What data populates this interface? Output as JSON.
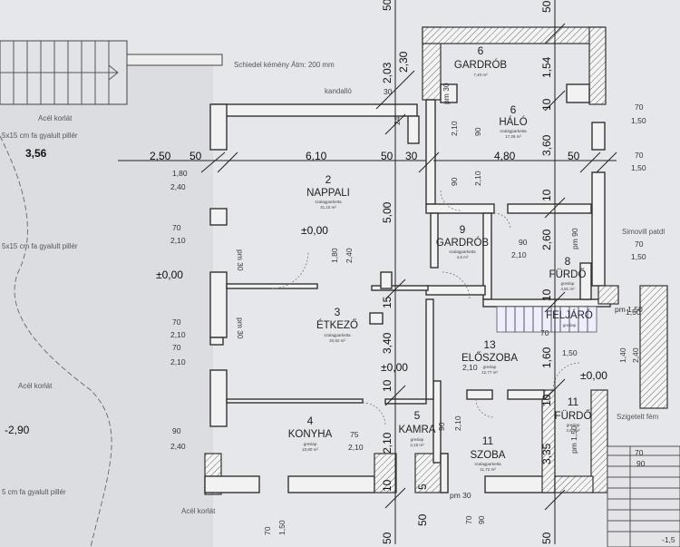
{
  "rooms": [
    {
      "num": "6",
      "name": "GARDRÓB",
      "area": "7,40 m²"
    },
    {
      "num": "6",
      "name": "HÁLÓ",
      "floor": "szalagparketta",
      "area": "17,28 m²"
    },
    {
      "num": "2",
      "name": "NAPPALI",
      "floor": "szalagparketta",
      "area": "31,15 m²"
    },
    {
      "num": "9",
      "name": "GARDRÓB",
      "floor": "szalagparketta",
      "area": "4,8 m²"
    },
    {
      "num": "8",
      "name": "FÜRDŐ",
      "floor": "greslap",
      "area": "4,81 m²"
    },
    {
      "num": "",
      "name": "FELJÁRÓ",
      "floor": "greslap"
    },
    {
      "num": "3",
      "name": "ÉTKEZŐ",
      "floor": "szalagparketta",
      "area": "20,92 m²"
    },
    {
      "num": "13",
      "name": "ELŐSZOBA",
      "floor": "greslap",
      "area": "12,77 m²"
    },
    {
      "num": "4",
      "name": "KONYHA",
      "floor": "greslap",
      "area": "10,80 m²"
    },
    {
      "num": "5",
      "name": "KAMRA",
      "floor": "greslap",
      "area": "2,15 m²"
    },
    {
      "num": "11",
      "name": "SZOBA",
      "floor": "szalagparketta",
      "area": "11,72 m²"
    },
    {
      "num": "11",
      "name": "FÜRDŐ",
      "floor": "greslap",
      "area": "3,87 m²"
    }
  ],
  "levels": {
    "main": "±0,00",
    "left_upper": "±0,00",
    "hall": "±0,00",
    "right": "±0,00",
    "terrace": "3,56",
    "left_lower": "-2,90",
    "edge": "-1,5"
  },
  "notes": {
    "chimney": "Schiedel kémény Átm: 200 mm",
    "fireplace": "kandalló",
    "railing1": "Acél korlát",
    "railing2": "Acél korlát",
    "railing3": "Acél korlát",
    "pillar1": "5x15 cm fa gyalult pillér",
    "pillar2": "5x15 cm fa gyalult pillér",
    "pillar3": "5 cm fa gyalult pillér",
    "simovill": "Simovill patdl",
    "szigetelt": "Szigetelt fém"
  },
  "dims": {
    "top_2_50": "2,50",
    "top_50a": "50",
    "top_6_10": "6,10",
    "top_50b": "50",
    "top_30": "30",
    "top_4_80": "4,80",
    "top_50c": "50",
    "v_5_00": "5,00",
    "v_3_40": "3,40",
    "v_15": "15",
    "v_10a": "10",
    "v_2_03": "2,03",
    "v_2_30": "2,30",
    "v_50top": "50",
    "v_1_54": "1,54",
    "v_50top2": "50",
    "v_3_60": "3,60",
    "v_10b": "10",
    "v_10c": "10",
    "v_2_60": "2,60",
    "v_10d": "10",
    "v_1_60": "1,60",
    "v_10e": "10",
    "v_2_10": "2,10",
    "v_3_35": "3,35",
    "v_50b1": "50",
    "v_50b2": "50",
    "v_50b3": "50",
    "v_10f": "10",
    "v_5k": "5"
  },
  "small_dims": {
    "d180": "1,80",
    "d240a": "2,40",
    "d70a": "70",
    "d210a": "2,10",
    "d70b": "70",
    "d210b": "2,10",
    "d70c": "70",
    "d210c": "2,10",
    "d90": "90",
    "d240b": "2,40",
    "d90b": "90",
    "d210d": "2,10",
    "d180b": "1,80",
    "d240c": "2,40",
    "r70a": "70",
    "r150a": "1,50",
    "r70b": "70",
    "r150b": "1,50",
    "r70c": "70",
    "r150c": "1,50",
    "r150d": "1,50",
    "r140": "1,40",
    "r240": "2,40",
    "r70d": "70",
    "r90": "90",
    "b70": "70",
    "b150": "1,50",
    "b70b": "70",
    "b90": "90",
    "pm30a": "pm 30",
    "pm30b": "pm 30",
    "pm30c": "pm 30",
    "pm30d": "pm 30",
    "pm90": "pm 90",
    "pm150": "pm 1,50",
    "pm150b": "pm 1,50",
    "k75": "75",
    "k210": "2,10",
    "k210b": "2,10",
    "k90": "90",
    "c30": "30",
    "c24": "24",
    "c210a": "2,10",
    "c210b": "2,10",
    "c90a": "90",
    "c90b": "90",
    "e210": "2,10",
    "e70": "70",
    "e150": "1,50"
  }
}
